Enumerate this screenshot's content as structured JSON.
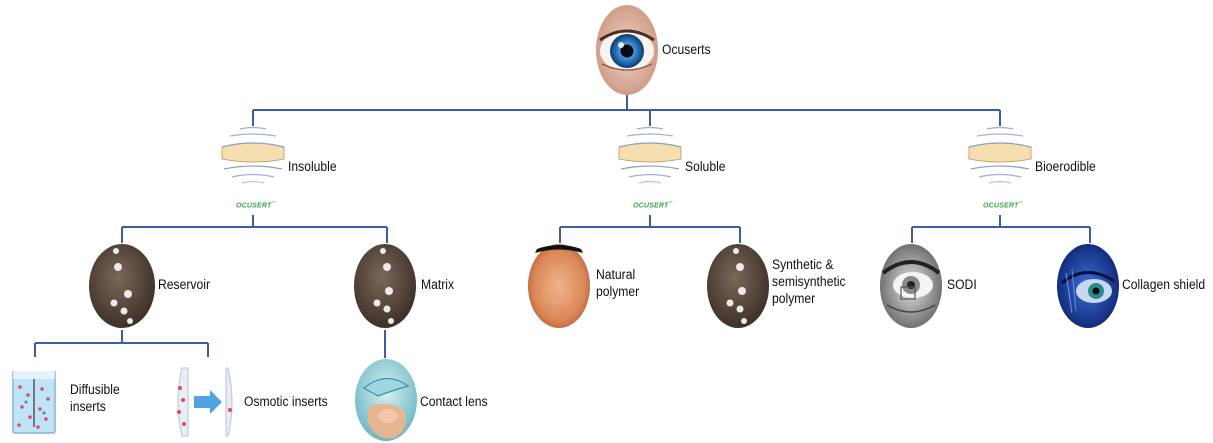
{
  "root": {
    "label": "Ocuserts",
    "icon": "eye-icon"
  },
  "categories": [
    {
      "label": "Insoluble",
      "icon": "ocusert-lens-icon",
      "mark": "OCUSERT"
    },
    {
      "label": "Soluble",
      "icon": "ocusert-lens-icon",
      "mark": "OCUSERT"
    },
    {
      "label": "Bioerodible",
      "icon": "ocusert-lens-icon",
      "mark": "OCUSERT"
    }
  ],
  "insoluble_types": [
    {
      "label": "Reservoir",
      "icon": "reservoir-disc-icon"
    },
    {
      "label": "Matrix",
      "icon": "matrix-disc-icon"
    }
  ],
  "reservoir_types": [
    {
      "label_line1": "Diffusible",
      "label_line2": "inserts",
      "icon": "beaker-particles-icon"
    },
    {
      "label": "Osmotic inserts",
      "icon": "osmotic-arrow-icon"
    }
  ],
  "matrix_types": [
    {
      "label": "Contact lens",
      "icon": "contact-lens-icon"
    }
  ],
  "soluble_types": [
    {
      "label_line1": "Natural",
      "label_line2": "polymer",
      "icon": "natural-polymer-disc-icon"
    },
    {
      "label_line1": "Synthetic &",
      "label_line2": "semisynthetic",
      "label_line3": "polymer",
      "icon": "synthetic-polymer-disc-icon"
    }
  ],
  "bioerodible_types": [
    {
      "label": "SODI",
      "icon": "sodi-eye-icon"
    },
    {
      "label": "Collagen shield",
      "icon": "collagen-shield-eye-icon"
    }
  ],
  "colors": {
    "connector": "#3a5f9a",
    "mark": "#39a845",
    "lens_fill": "#f5deb0",
    "disc": "#5c4a3c"
  }
}
